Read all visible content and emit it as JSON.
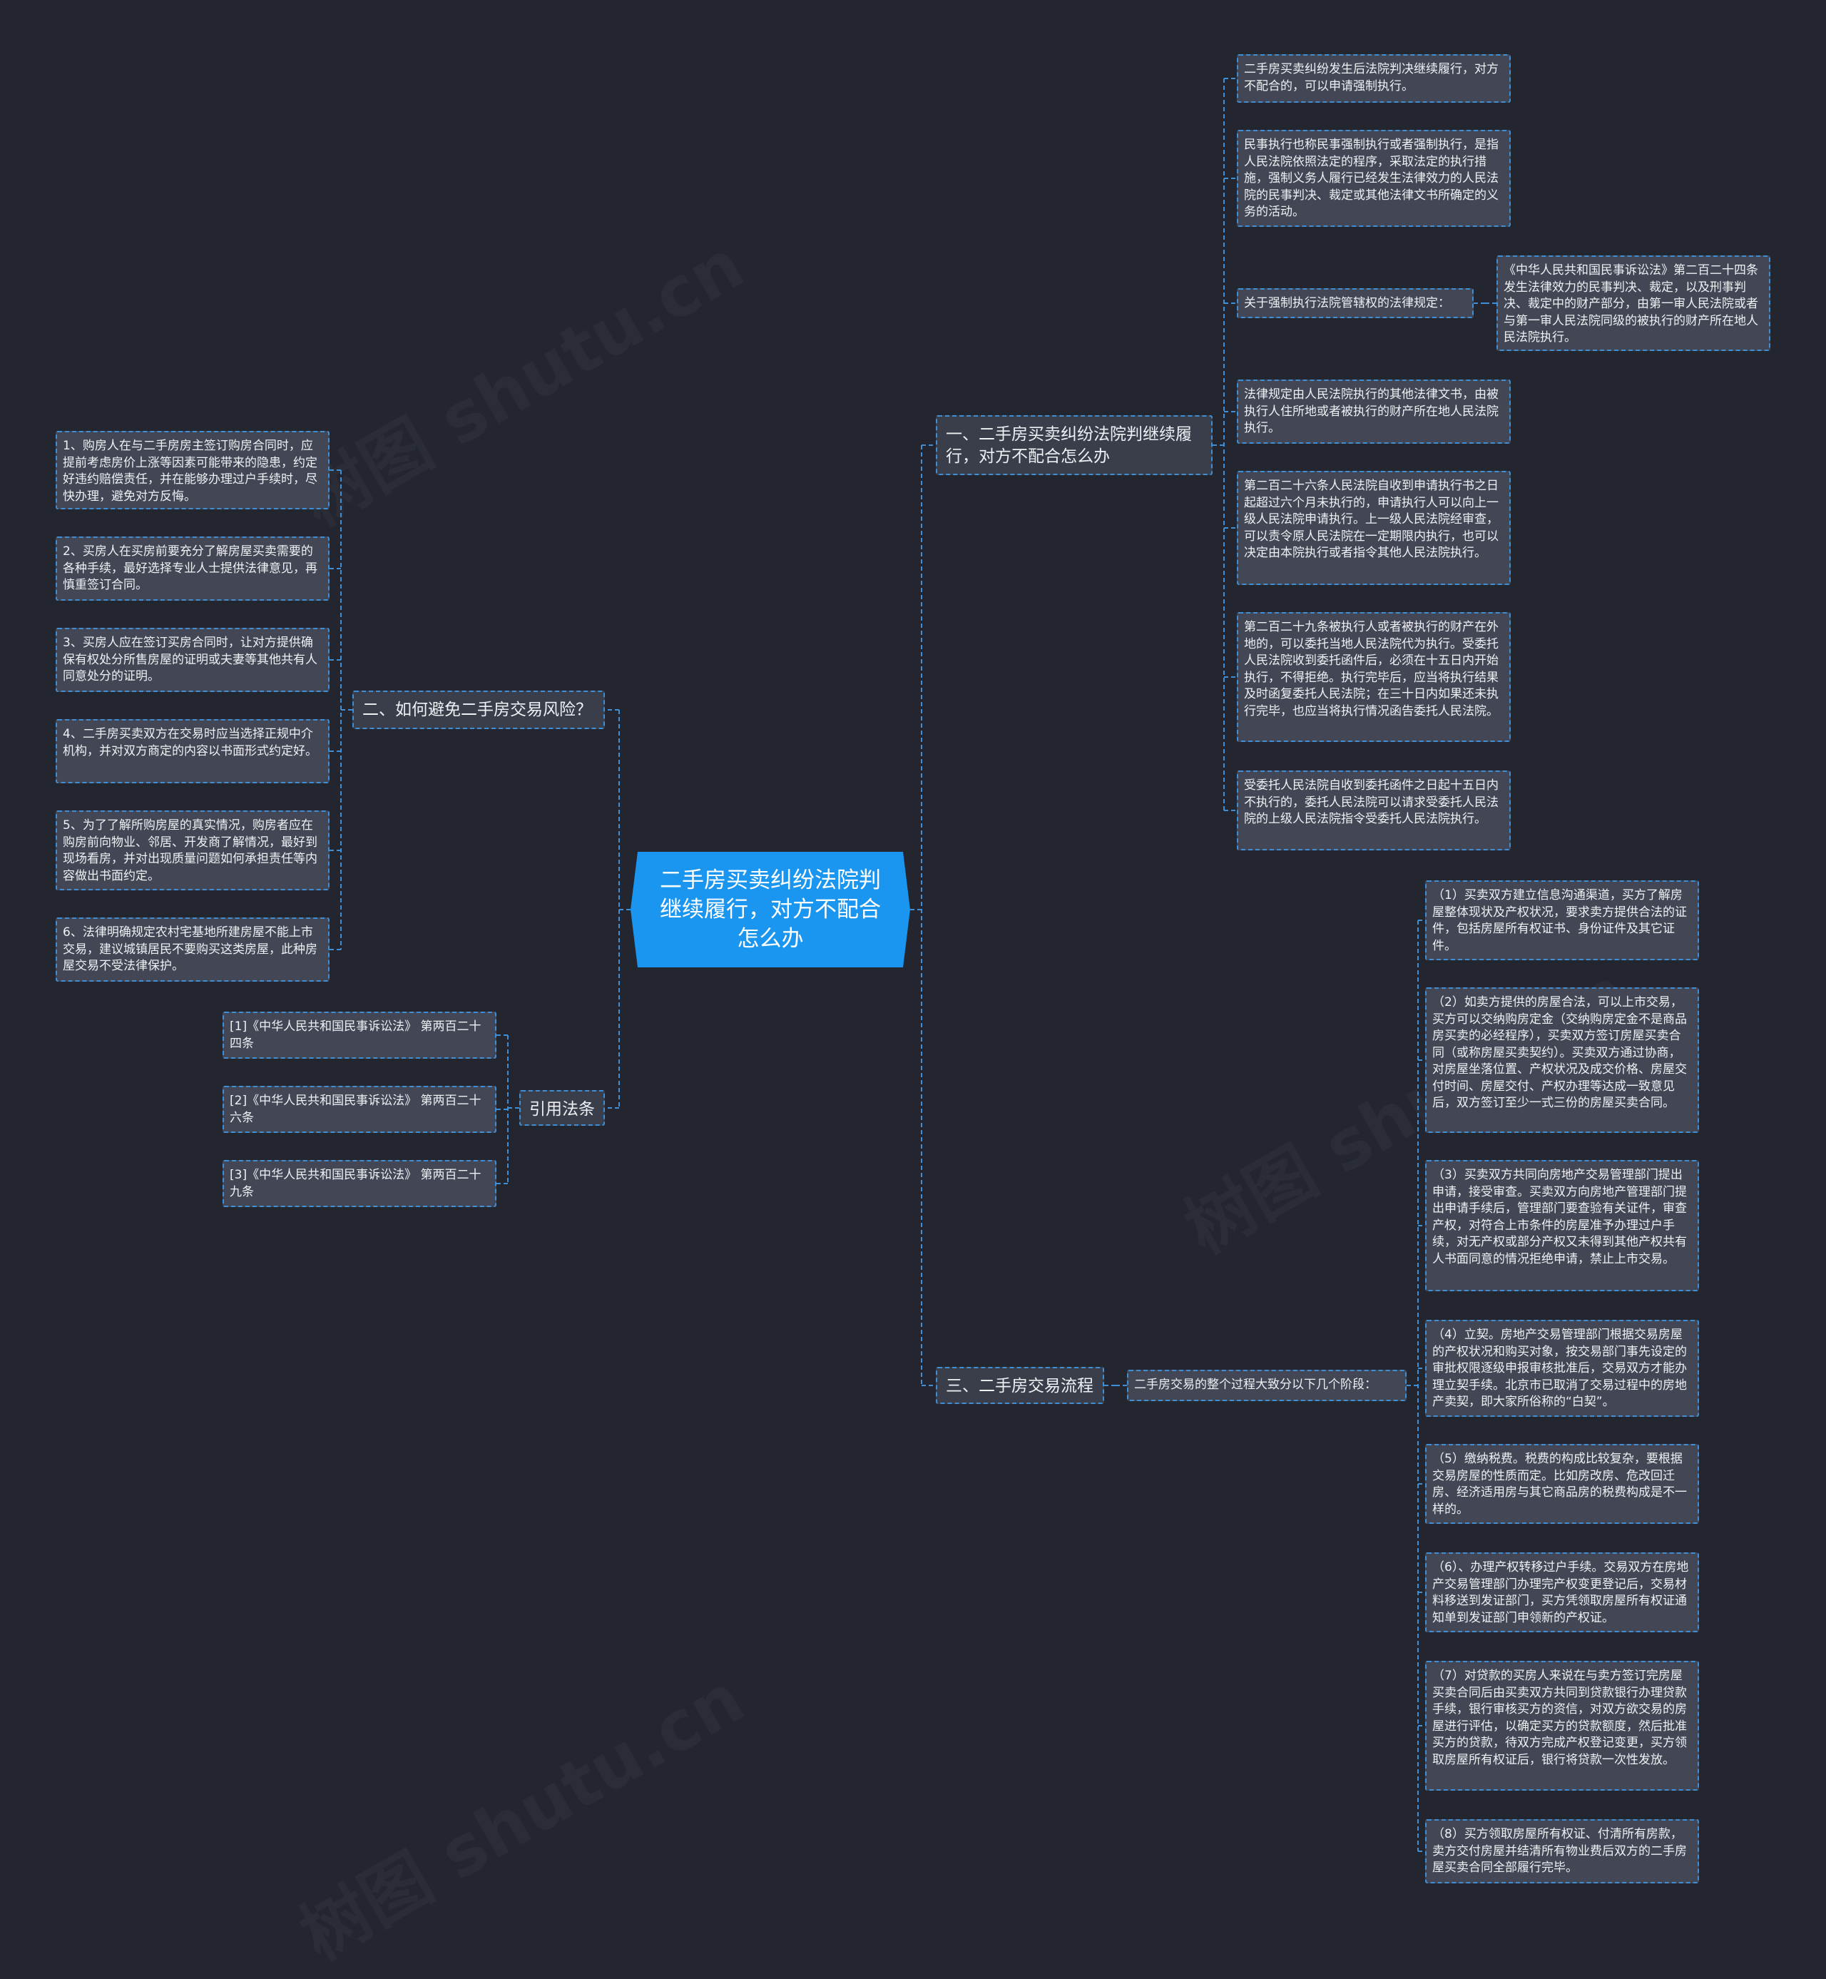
{
  "root": {
    "label": "二手房买卖纠纷法院判继续履行，对方不配合怎么办"
  },
  "branch1": {
    "label": "一、二手房买卖纠纷法院判继续履行，对方不配合怎么办",
    "items": [
      "二手房买卖纠纷发生后法院判决继续履行，对方不配合的，可以申请强制执行。",
      "民事执行也称民事强制执行或者强制执行，是指人民法院依照法定的程序，采取法定的执行措施，强制义务人履行已经发生法律效力的人民法院的民事判决、裁定或其他法律文书所确定的义务的活动。",
      "关于强制执行法院管辖权的法律规定：",
      "法律规定由人民法院执行的其他法律文书，由被执行人住所地或者被执行的财产所在地人民法院执行。",
      "第二百二十六条人民法院自收到申请执行书之日起超过六个月未执行的，申请执行人可以向上一级人民法院申请执行。上一级人民法院经审查，可以责令原人民法院在一定期限内执行，也可以决定由本院执行或者指令其他人民法院执行。",
      "第二百二十九条被执行人或者被执行的财产在外地的，可以委托当地人民法院代为执行。受委托人民法院收到委托函件后，必须在十五日内开始执行，不得拒绝。执行完毕后，应当将执行结果及时函复委托人民法院；在三十日内如果还未执行完毕，也应当将执行情况函告委托人民法院。",
      "受委托人民法院自收到委托函件之日起十五日内不执行的，委托人民法院可以请求受委托人民法院的上级人民法院指令受委托人民法院执行。"
    ],
    "jurisdiction_detail": "《中华人民共和国民事诉讼法》第二百二十四条发生法律效力的民事判决、裁定，以及刑事判决、裁定中的财产部分，由第一审人民法院或者与第一审人民法院同级的被执行的财产所在地人民法院执行。"
  },
  "branch2": {
    "label": "二、如何避免二手房交易风险？",
    "items": [
      "1、购房人在与二手房房主签订购房合同时，应提前考虑房价上涨等因素可能带来的隐患，约定好违约赔偿责任，并在能够办理过户手续时，尽快办理，避免对方反悔。",
      "2、买房人在买房前要充分了解房屋买卖需要的各种手续，最好选择专业人士提供法律意见，再慎重签订合同。",
      "3、买房人应在签订买房合同时，让对方提供确保有权处分所售房屋的证明或夫妻等其他共有人同意处分的证明。",
      "4、二手房买卖双方在交易时应当选择正规中介机构，并对双方商定的内容以书面形式约定好。",
      "5、为了了解所购房屋的真实情况，购房者应在购房前向物业、邻居、开发商了解情况，最好到现场看房，并对出现质量问题如何承担责任等内容做出书面约定。",
      "6、法律明确规定农村宅基地所建房屋不能上市交易，建议城镇居民不要购买这类房屋，此种房屋交易不受法律保护。"
    ]
  },
  "branch3": {
    "label": "引用法条",
    "items": [
      "[1]《中华人民共和国民事诉讼法》 第两百二十四条",
      "[2]《中华人民共和国民事诉讼法》 第两百二十六条",
      "[3]《中华人民共和国民事诉讼法》 第两百二十九条"
    ]
  },
  "branch4": {
    "label": "三、二手房交易流程",
    "intro": "二手房交易的整个过程大致分以下几个阶段：",
    "items": [
      "（1）买卖双方建立信息沟通渠道，买方了解房屋整体现状及产权状况，要求卖方提供合法的证件，包括房屋所有权证书、身份证件及其它证件。",
      "（2）如卖方提供的房屋合法，可以上市交易，买方可以交纳购房定金（交纳购房定金不是商品房买卖的必经程序），买卖双方签订房屋买卖合同（或称房屋买卖契约）。买卖双方通过协商，对房屋坐落位置、产权状况及成交价格、房屋交付时间、房屋交付、产权办理等达成一致意见后，双方签订至少一式三份的房屋买卖合同。",
      "（3）买卖双方共同向房地产交易管理部门提出申请，接受审查。买卖双方向房地产管理部门提出申请手续后，管理部门要查验有关证件，审查产权，对符合上市条件的房屋准予办理过户手续，对无产权或部分产权又未得到其他产权共有人书面同意的情况拒绝申请，禁止上市交易。",
      "（4）立契。房地产交易管理部门根据交易房屋的产权状况和购买对象，按交易部门事先设定的审批权限逐级申报审核批准后，交易双方才能办理立契手续。北京市已取消了交易过程中的房地产卖契，即大家所俗称的“白契”。",
      "（5）缴纳税费。税费的构成比较复杂，要根据交易房屋的性质而定。比如房改房、危改回迁房、经济适用房与其它商品房的税费构成是不一样的。",
      "（6）、办理产权转移过户手续。交易双方在房地产交易管理部门办理完产权变更登记后，交易材料移送到发证部门，买方凭领取房屋所有权证通知单到发证部门申领新的产权证。",
      "（7）对贷款的买房人来说在与卖方签订完房屋买卖合同后由买卖双方共同到贷款银行办理贷款手续，银行审核买方的资信，对双方欲交易的房屋进行评估，以确定买方的贷款额度，然后批准买方的贷款，待双方完成产权登记变更，买方领取房屋所有权证后，银行将贷款一次性发放。",
      "（8）买方领取房屋所有权证、付清所有房款，卖方交付房屋并结清所有物业费后双方的二手房屋买卖合同全部履行完毕。"
    ]
  },
  "watermark": "树图 shutu.cn",
  "colors": {
    "background": "#23262f",
    "node": "#434755",
    "border": "#3f8fd6",
    "root": "#1a96f0",
    "line": "#3f8fd6"
  }
}
